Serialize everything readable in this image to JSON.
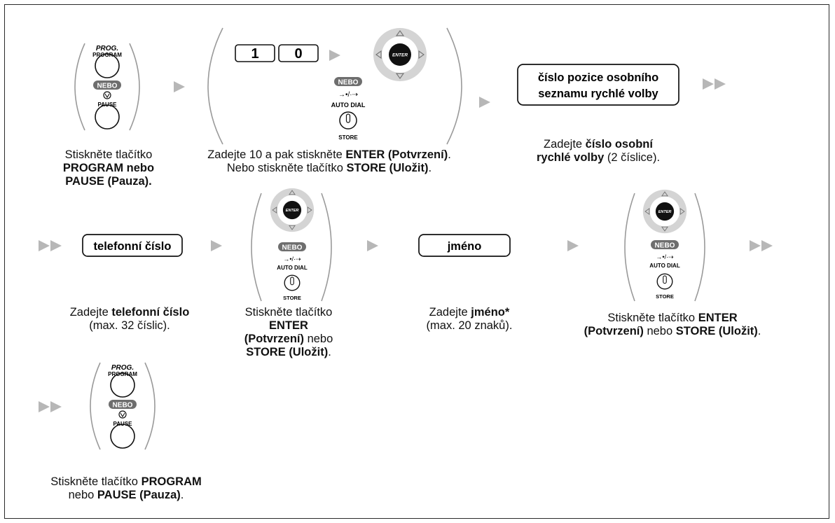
{
  "colors": {
    "arrow": "#b7b7b7",
    "pill": "#6e6e6e",
    "pad_ring": "#cfcfcf",
    "ink": "#111111",
    "bracket": "#9a9a9a"
  },
  "buttons": {
    "prog_top": "PROG.",
    "program": "PROGRAM",
    "nebo": "NEBO",
    "pause": "PAUSE",
    "auto_dial": "AUTO DIAL",
    "store": "STORE",
    "enter": "ENTER",
    "fwd_glyph": "→•/·⇢"
  },
  "steps": {
    "s1": {
      "caption": [
        "Stiskněte tlačítko",
        "PROGRAM nebo",
        "PAUSE (Pauza)."
      ]
    },
    "s2": {
      "key1": "1",
      "key2": "0",
      "caption_a1": "Zadejte 10 a pak stiskněte ",
      "caption_a2": "ENTER (Potvrzení)",
      "caption_a3": ".",
      "caption_b1": "Nebo stiskněte tlačítko ",
      "caption_b2": "STORE (Uložit)",
      "caption_b3": "."
    },
    "s3": {
      "box_line1": "číslo pozice osobního",
      "box_line2": "seznamu rychlé volby",
      "caption_a1": "Zadejte ",
      "caption_a2": "číslo osobní",
      "caption_b1": "rychlé volby",
      "caption_b2": " (2 číslice)."
    },
    "s4": {
      "box": "telefonní číslo",
      "caption_a1": "Zadejte ",
      "caption_a2": "telefonní číslo",
      "caption_b": "(max. 32 číslic)."
    },
    "s5": {
      "caption_1": "Stiskněte tlačítko",
      "caption_2": "ENTER",
      "caption_3": "(Potvrzení)",
      "caption_3b": " nebo",
      "caption_4": "STORE (Uložit)",
      "caption_4b": "."
    },
    "s6": {
      "box": "jméno",
      "caption_a1": "Zadejte ",
      "caption_a2": "jméno*",
      "caption_b": "(max. 20 znaků)."
    },
    "s7": {
      "caption_a1": "Stiskněte tlačítko ",
      "caption_a2": "ENTER",
      "caption_b1": "(Potvrzení)",
      "caption_b2": " nebo ",
      "caption_b3": "STORE (Uložit)",
      "caption_b4": "."
    },
    "s8": {
      "caption_a1": "Stiskněte tlačítko ",
      "caption_a2": "PROGRAM",
      "caption_b1": "nebo ",
      "caption_b2": "PAUSE (Pauza)",
      "caption_b3": "."
    }
  }
}
